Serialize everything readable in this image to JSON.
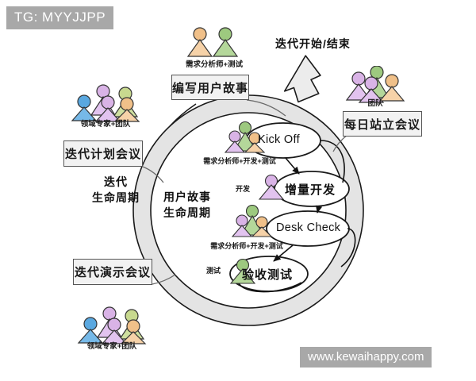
{
  "watermarks": {
    "top_left": "TG: MYYJJPP",
    "bottom_right": "www.kewaihappy.com"
  },
  "diagram": {
    "title_labels": {
      "iteration_start_end": "迭代开始/结束",
      "iteration_lifecycle": "迭代\n生命周期",
      "iteration_lifecycle_line1": "迭代",
      "iteration_lifecycle_line2": "生命周期",
      "user_story_lifecycle_line1": "用户故事",
      "user_story_lifecycle_line2": "生命周期"
    },
    "boxes": [
      {
        "id": "write-user-story",
        "label": "编写用户故事"
      },
      {
        "id": "daily-standup",
        "label": "每日站立会议"
      },
      {
        "id": "iteration-planning",
        "label": "迭代计划会议"
      },
      {
        "id": "iteration-showcase",
        "label": "迭代演示会议"
      }
    ],
    "role_captions": [
      {
        "id": "ba-tester-top",
        "label": "需求分析师+测试"
      },
      {
        "id": "team-right",
        "label": "团队"
      },
      {
        "id": "domain-team-left",
        "label": "领域专家+团队"
      },
      {
        "id": "domain-team-bottom",
        "label": "领域专家+团队"
      },
      {
        "id": "ba-dev-test-kickoff",
        "label": "需求分析师+开发+测试"
      },
      {
        "id": "dev-increment",
        "label": "开发"
      },
      {
        "id": "ba-dev-test-desk",
        "label": "需求分析师+开发+测试"
      },
      {
        "id": "tester-acceptance",
        "label": "测试"
      }
    ],
    "cycle_nodes": [
      {
        "id": "kick-off",
        "label": "Kick Off",
        "script": "latin"
      },
      {
        "id": "increment-dev",
        "label": "增量开发",
        "script": "cjk"
      },
      {
        "id": "desk-check",
        "label": "Desk Check",
        "script": "latin"
      },
      {
        "id": "acceptance-test",
        "label": "验收测试",
        "script": "cjk"
      }
    ],
    "colors": {
      "person_blue": "#5aa8e0",
      "person_purple": "#d9b3e6",
      "person_green": "#9dc97f",
      "person_orange": "#f0c089",
      "person_lilac": "#ddc0ef",
      "ring_fill": "#e8e8e8",
      "outline": "#1a1a1a",
      "box_fill": "#f2f2f2",
      "box_border": "#555555",
      "watermark_bg": "#a8a8a8",
      "background": "#ffffff"
    }
  }
}
